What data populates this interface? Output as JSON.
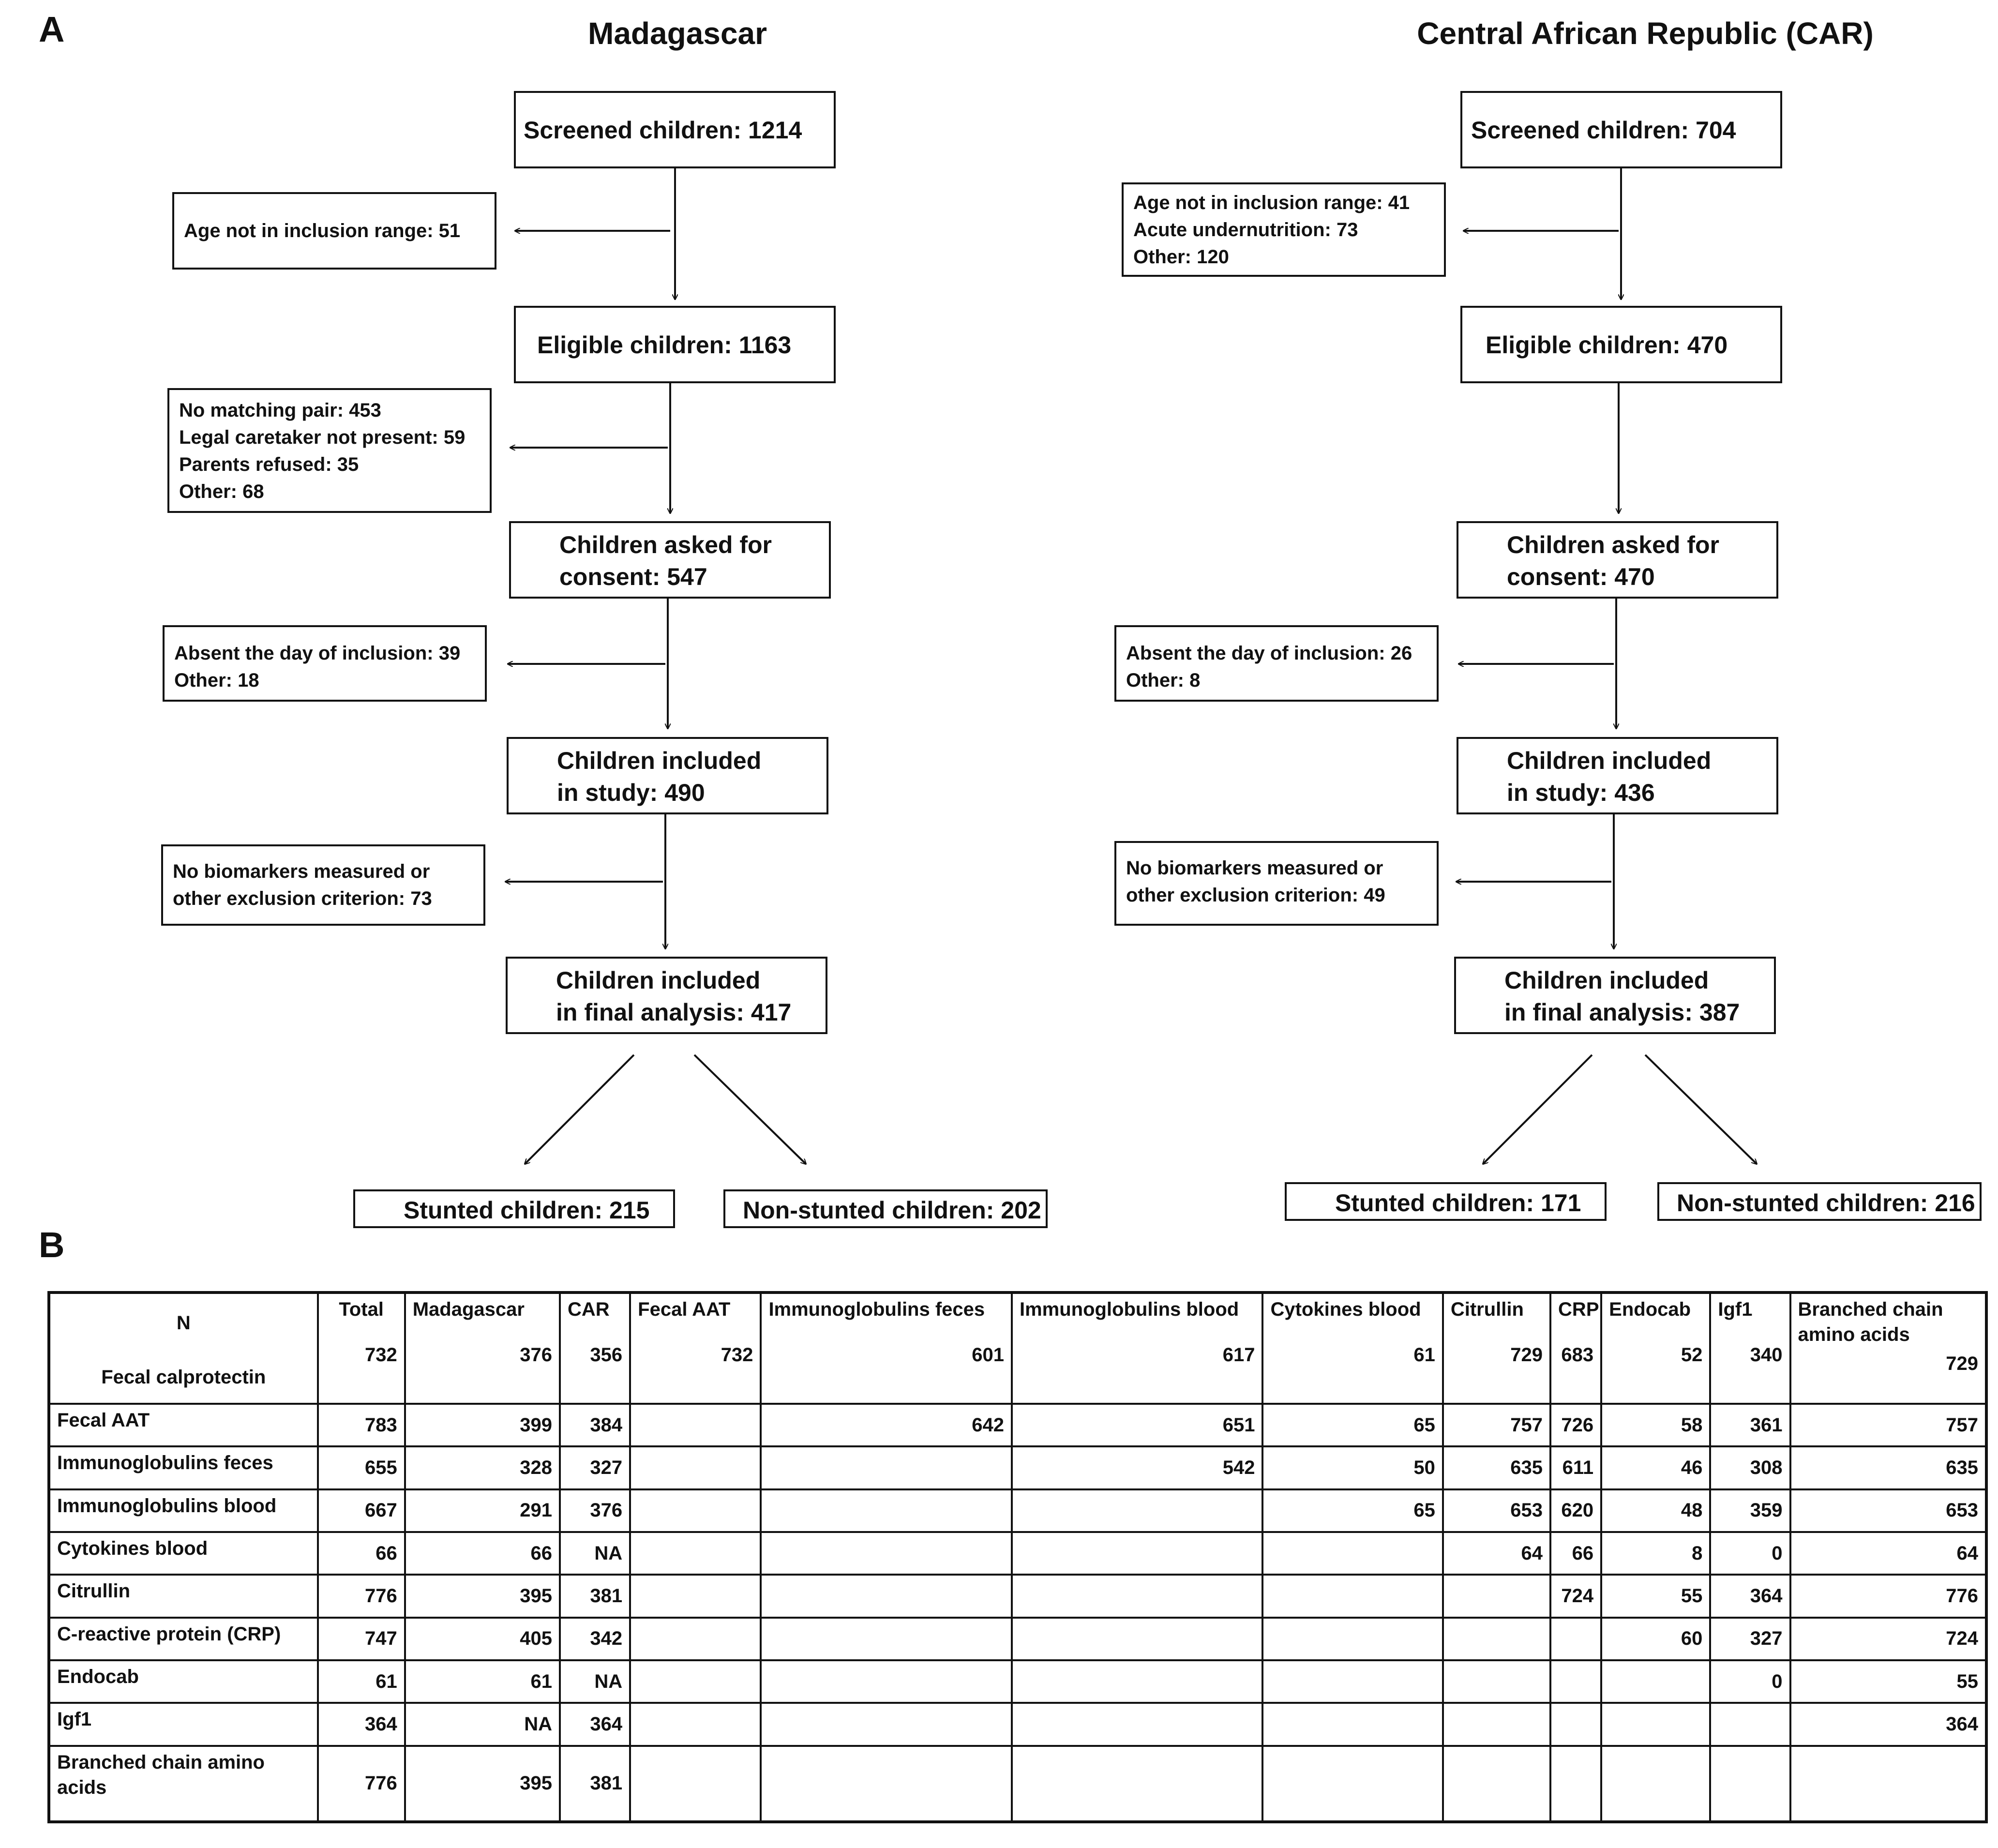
{
  "panel_a_label": "A",
  "panel_b_label": "B",
  "madagascar": {
    "title": "Madagascar",
    "screened": "Screened children: 1214",
    "exclusion1": [
      "Age not in inclusion range: 51"
    ],
    "eligible": "Eligible children: 1163",
    "exclusion2": [
      "No matching pair: 453",
      "Legal caretaker not present: 59",
      "Parents refused: 35",
      "Other: 68"
    ],
    "consent": [
      "Children asked for",
      "consent: 547"
    ],
    "exclusion3": [
      "Absent the day of inclusion: 39",
      "Other: 18"
    ],
    "included": [
      "Children included",
      "in study: 490"
    ],
    "exclusion4": [
      "No biomarkers measured or",
      "other exclusion criterion: 73"
    ],
    "final": [
      "Children included",
      "in final analysis: 417"
    ],
    "stunted": "Stunted children: 215",
    "nonstunted": "Non-stunted children: 202"
  },
  "car": {
    "title": "Central African Republic (CAR)",
    "screened": "Screened children: 704",
    "exclusion1": [
      "Age not in inclusion range: 41",
      "Acute undernutrition: 73",
      "Other: 120"
    ],
    "eligible": "Eligible children: 470",
    "consent": [
      "Children asked for",
      "consent: 470"
    ],
    "exclusion3": [
      "Absent the day of inclusion: 26",
      "Other: 8"
    ],
    "included": [
      "Children included",
      "in study: 436"
    ],
    "exclusion4": [
      "No biomarkers measured or",
      "other exclusion criterion: 49"
    ],
    "final": [
      "Children included",
      "in final analysis: 387"
    ],
    "stunted": "Stunted children: 171",
    "nonstunted": "Non-stunted children: 216"
  },
  "table": {
    "corner": "N",
    "headers": [
      "Total",
      "Madagascar",
      "CAR",
      "Fecal AAT",
      "Immunoglobulins feces",
      "Immunoglobulins blood",
      "Cytokines blood",
      "Citrullin",
      "CRP",
      "Endocab",
      "Igf1",
      "Branched chain amino acids"
    ],
    "rows": [
      {
        "label": "Fecal calprotectin",
        "cells": [
          "732",
          "376",
          "356",
          "732",
          "601",
          "617",
          "61",
          "729",
          "683",
          "52",
          "340",
          "729"
        ]
      },
      {
        "label": "Fecal AAT",
        "cells": [
          "783",
          "399",
          "384",
          "",
          "642",
          "651",
          "65",
          "757",
          "726",
          "58",
          "361",
          "757"
        ]
      },
      {
        "label": "Immunoglobulins feces",
        "cells": [
          "655",
          "328",
          "327",
          "",
          "",
          "542",
          "50",
          "635",
          "611",
          "46",
          "308",
          "635"
        ]
      },
      {
        "label": "Immunoglobulins blood",
        "cells": [
          "667",
          "291",
          "376",
          "",
          "",
          "",
          "65",
          "653",
          "620",
          "48",
          "359",
          "653"
        ]
      },
      {
        "label": "Cytokines blood",
        "cells": [
          "66",
          "66",
          "NA",
          "",
          "",
          "",
          "",
          "64",
          "66",
          "8",
          "0",
          "64"
        ]
      },
      {
        "label": "Citrullin",
        "cells": [
          "776",
          "395",
          "381",
          "",
          "",
          "",
          "",
          "",
          "724",
          "55",
          "364",
          "776"
        ]
      },
      {
        "label": "C-reactive protein (CRP)",
        "cells": [
          "747",
          "405",
          "342",
          "",
          "",
          "",
          "",
          "",
          "",
          "60",
          "327",
          "724"
        ]
      },
      {
        "label": "Endocab",
        "cells": [
          "61",
          "61",
          "NA",
          "",
          "",
          "",
          "",
          "",
          "",
          "",
          "0",
          "55"
        ]
      },
      {
        "label": "Igf1",
        "cells": [
          "364",
          "NA",
          "364",
          "",
          "",
          "",
          "",
          "",
          "",
          "",
          "",
          "364"
        ]
      },
      {
        "label": "Branched chain amino acids",
        "cells": [
          "776",
          "395",
          "381",
          "",
          "",
          "",
          "",
          "",
          "",
          "",
          "",
          ""
        ]
      }
    ]
  }
}
